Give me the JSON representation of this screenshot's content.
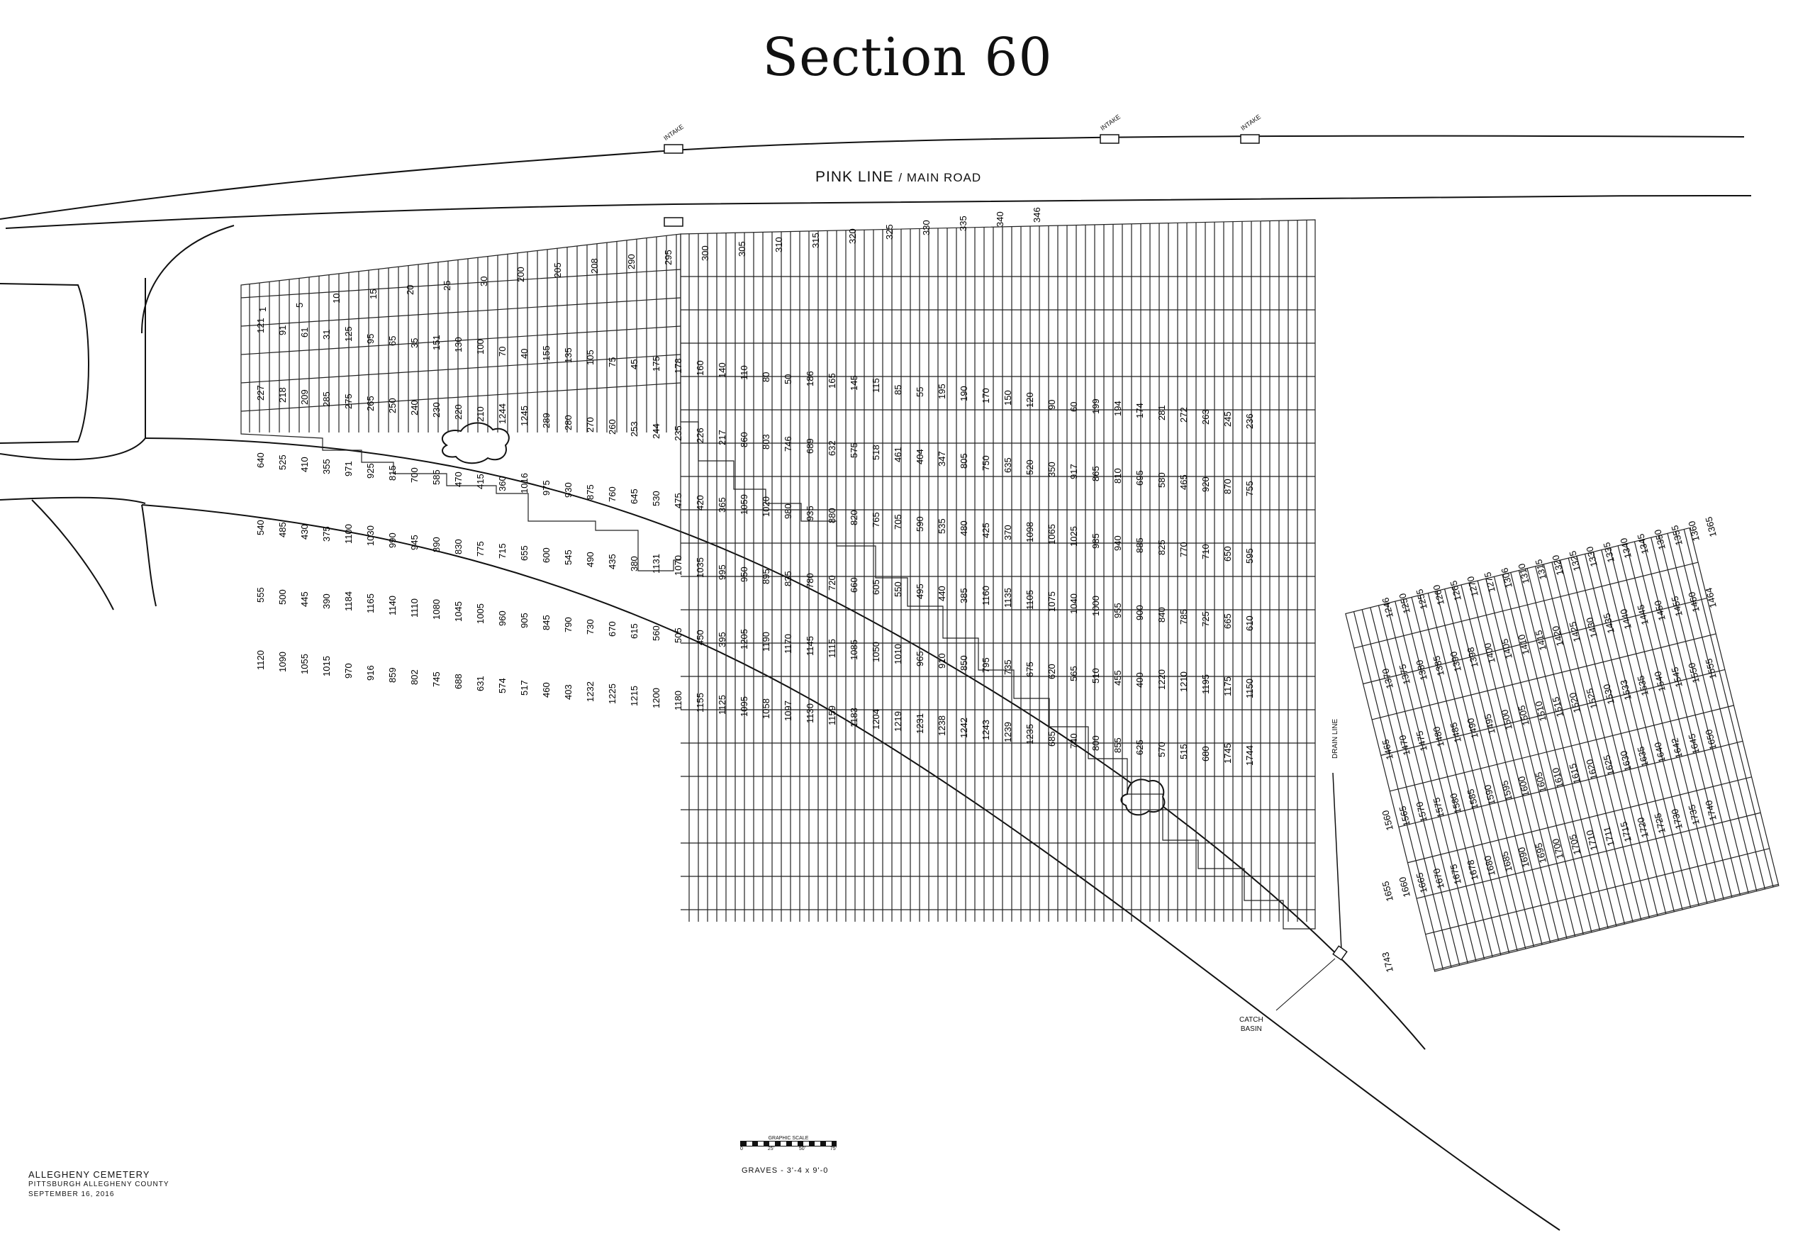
{
  "title": "Section 60",
  "road": {
    "name": "PINK LINE",
    "suffix": "/ MAIN ROAD"
  },
  "labels": {
    "intake": "INTAKE",
    "drain_line": "DRAIN LINE",
    "catch_basin_1": "CATCH",
    "catch_basin_2": "BASIN"
  },
  "footer": {
    "cemetery": "ALLEGHENY CEMETERY",
    "location": "PITTSBURGH ALLEGHENY COUNTY",
    "date": "SEPTEMBER 16, 2016"
  },
  "scale": {
    "title": "GRAPHIC SCALE",
    "ticks": [
      "0",
      "25'",
      "50'",
      "75'"
    ],
    "note": "GRAVES - 3'-4 x 9'-0"
  },
  "lots": {
    "column_tops": [
      "1",
      "5",
      "10",
      "15",
      "20",
      "25",
      "30",
      "200",
      "205",
      "208",
      "290",
      "295",
      "300",
      "305",
      "310",
      "315",
      "320",
      "325",
      "330",
      "335",
      "340",
      "346"
    ],
    "samples": [
      "121",
      "91",
      "61",
      "31",
      "125",
      "95",
      "65",
      "35",
      "151",
      "130",
      "100",
      "70",
      "40",
      "155",
      "135",
      "105",
      "75",
      "45",
      "175",
      "178",
      "160",
      "140",
      "110",
      "80",
      "50",
      "186",
      "165",
      "145",
      "115",
      "85",
      "55",
      "195",
      "190",
      "170",
      "150",
      "120",
      "90",
      "60",
      "199",
      "194",
      "174",
      "281",
      "272",
      "263",
      "245",
      "236",
      "227",
      "218",
      "209",
      "285",
      "275",
      "265",
      "250",
      "240",
      "230",
      "220",
      "210",
      "1244",
      "1245",
      "289",
      "280",
      "270",
      "260",
      "253",
      "244",
      "235",
      "226",
      "217",
      "860",
      "803",
      "746",
      "689",
      "632",
      "575",
      "518",
      "461",
      "404",
      "347",
      "805",
      "750",
      "635",
      "520",
      "350",
      "917",
      "865",
      "810",
      "695",
      "580",
      "465",
      "920",
      "870",
      "755",
      "640",
      "525",
      "410",
      "355",
      "971",
      "925",
      "815",
      "700",
      "585",
      "470",
      "415",
      "360",
      "1016",
      "975",
      "930",
      "875",
      "760",
      "645",
      "530",
      "475",
      "420",
      "365",
      "1059",
      "1020",
      "980",
      "935",
      "880",
      "820",
      "765",
      "705",
      "590",
      "535",
      "480",
      "425",
      "370",
      "1098",
      "1065",
      "1025",
      "985",
      "940",
      "885",
      "825",
      "770",
      "710",
      "650",
      "595",
      "540",
      "485",
      "430",
      "375",
      "1100",
      "1030",
      "990",
      "945",
      "890",
      "830",
      "775",
      "715",
      "655",
      "600",
      "545",
      "490",
      "435",
      "380",
      "1131",
      "1070",
      "1035",
      "995",
      "950",
      "895",
      "835",
      "780",
      "720",
      "660",
      "605",
      "550",
      "495",
      "440",
      "385",
      "1160",
      "1135",
      "1105",
      "1075",
      "1040",
      "1000",
      "955",
      "900",
      "840",
      "785",
      "725",
      "665",
      "610",
      "555",
      "500",
      "445",
      "390",
      "1184",
      "1165",
      "1140",
      "1110",
      "1080",
      "1045",
      "1005",
      "960",
      "905",
      "845",
      "790",
      "730",
      "670",
      "615",
      "560",
      "505",
      "450",
      "395",
      "1205",
      "1190",
      "1170",
      "1145",
      "1115",
      "1085",
      "1050",
      "1010",
      "965",
      "910",
      "850",
      "795",
      "735",
      "675",
      "620",
      "565",
      "510",
      "455",
      "400",
      "1220",
      "1210",
      "1195",
      "1175",
      "1150",
      "1120",
      "1090",
      "1055",
      "1015",
      "970",
      "916",
      "859",
      "802",
      "745",
      "688",
      "631",
      "574",
      "517",
      "460",
      "403",
      "1232",
      "1225",
      "1215",
      "1200",
      "1180",
      "1155",
      "1125",
      "1095",
      "1058",
      "1097",
      "1130",
      "1159",
      "1183",
      "1204",
      "1219",
      "1231",
      "1238",
      "1242",
      "1243",
      "1239",
      "1235",
      "685",
      "740",
      "800",
      "855",
      "625",
      "570",
      "515",
      "680",
      "1745",
      "1744"
    ],
    "east_block": [
      "1246",
      "1250",
      "1255",
      "1260",
      "1265",
      "1270",
      "1275",
      "1306",
      "1310",
      "1315",
      "1320",
      "1325",
      "1330",
      "1335",
      "1340",
      "1345",
      "1350",
      "1355",
      "1360",
      "1365",
      "1370",
      "1375",
      "1380",
      "1385",
      "1390",
      "1398",
      "1400",
      "1405",
      "1410",
      "1415",
      "1420",
      "1425",
      "1430",
      "1435",
      "1440",
      "1445",
      "1450",
      "1455",
      "1460",
      "1464",
      "1465",
      "1470",
      "1475",
      "1480",
      "1485",
      "1490",
      "1495",
      "1500",
      "1505",
      "1510",
      "1515",
      "1520",
      "1525",
      "1530",
      "1533",
      "1535",
      "1540",
      "1545",
      "1550",
      "1555",
      "1560",
      "1565",
      "1570",
      "1575",
      "1580",
      "1585",
      "1590",
      "1595",
      "1600",
      "1605",
      "1610",
      "1615",
      "1620",
      "1625",
      "1630",
      "1635",
      "1640",
      "1642",
      "1645",
      "1650",
      "1655",
      "1660",
      "1665",
      "1670",
      "1675",
      "1678",
      "1680",
      "1685",
      "1690",
      "1695",
      "1700",
      "1705",
      "1710",
      "1711",
      "1715",
      "1720",
      "1725",
      "1730",
      "1735",
      "1740",
      "1743"
    ]
  }
}
